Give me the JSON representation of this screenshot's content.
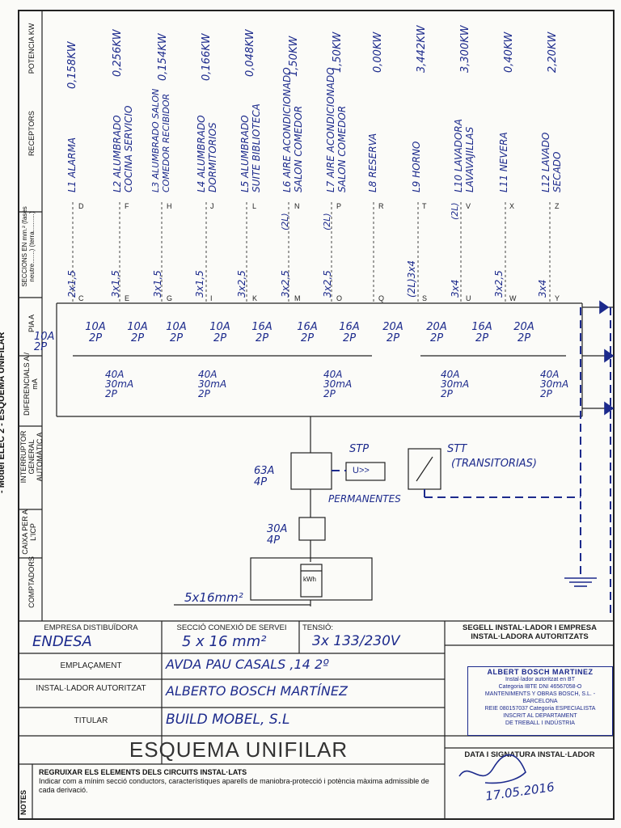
{
  "side_title": "- Model ELEC 2 - ESQUEMA UNIFILAR",
  "row_headers": {
    "potencia": "POTENCIA KW",
    "receptors": "RECEPTORS",
    "seccions": "SECCIONS EN mm.² (fases neutre.......) (terra..........)",
    "pia": "PIA A",
    "diferencials": "DIFERENCIALS A / mA",
    "interruptor": "INTERRUPTOR GENERAL AUTOMÀTIC A",
    "caixa": "CAIXA PER A L'ICP",
    "comptadors": "COMPTADORS"
  },
  "circuits": [
    {
      "letter_top": "D",
      "letter_bottom": "C",
      "power": "0,158KW",
      "receptor": "L1 ALARMA",
      "section": "2x1,5",
      "pia": "10A 2P"
    },
    {
      "letter_top": "F",
      "letter_bottom": "E",
      "power": "0,256KW",
      "receptor": "L2 ALUMBRADO COCINA SERVICIO",
      "section": "3x1,5",
      "pia": "10A 2P"
    },
    {
      "letter_top": "H",
      "letter_bottom": "G",
      "power": "0,154KW",
      "receptor": "L3 ALUMBRADO SALON COMEDOR RECIBIDOR",
      "section": "3x1,5",
      "pia": "10A 2P"
    },
    {
      "letter_top": "J",
      "letter_bottom": "I",
      "power": "0,166KW",
      "receptor": "L4 ALUMBRADO DORMITORIOS",
      "section": "3x1,5",
      "pia": "10A 2P"
    },
    {
      "letter_top": "L",
      "letter_bottom": "K",
      "power": "0,048KW",
      "receptor": "L5 ALUMBRADO SUITE BIBLIOTECA",
      "section": "3x2,5",
      "pia": "16A 2P"
    },
    {
      "letter_top": "N",
      "letter_bottom": "M",
      "power": "1,50KW",
      "receptor": "L6 AIRE ACONDICIONADO SALON COMEDOR",
      "section": "3x2,5",
      "pia": "16A 2P",
      "note": "(2L)"
    },
    {
      "letter_top": "P",
      "letter_bottom": "O",
      "power": "1,50KW",
      "receptor": "L7 AIRE ACONDICIONADO SALON COMEDOR",
      "section": "3x2,5",
      "pia": "16A 2P",
      "note": "(2L)"
    },
    {
      "letter_top": "R",
      "letter_bottom": "Q",
      "power": "0,00KW",
      "receptor": "L8 RESERVA",
      "section": "",
      "pia": "20A 2P"
    },
    {
      "letter_top": "T",
      "letter_bottom": "S",
      "power": "3,442KW",
      "receptor": "L9 HORNO",
      "section": "(2L)3x4",
      "pia": "20A 2P"
    },
    {
      "letter_top": "V",
      "letter_bottom": "U",
      "power": "3,300KW",
      "receptor": "L10 LAVADORA LAVAVAJILLAS",
      "section": "3x4",
      "pia": "16A 2P",
      "note": "(2L)"
    },
    {
      "letter_top": "X",
      "letter_bottom": "W",
      "power": "0,40KW",
      "receptor": "L11 NEVERA",
      "section": "3x2,5",
      "pia": "20A 2P"
    },
    {
      "letter_top": "Z",
      "letter_bottom": "Y",
      "power": "2,20KW",
      "receptor": "L12 LAVADO SECADO",
      "section": "3x4",
      "pia": "",
      "note": ""
    }
  ],
  "main_pia": "10A 2P",
  "differentials": [
    {
      "rating": "40A",
      "sensitivity": "30mA",
      "poles": "2P"
    },
    {
      "rating": "40A",
      "sensitivity": "30mA",
      "poles": "2P"
    },
    {
      "rating": "40A",
      "sensitivity": "30mA",
      "poles": "2P"
    },
    {
      "rating": "40A",
      "sensitivity": "30mA",
      "poles": "2P"
    },
    {
      "rating": "40A",
      "sensitivity": "30mA",
      "poles": "2P"
    }
  ],
  "main_breaker": {
    "rating": "63A",
    "poles": "4P"
  },
  "stp_label": "STP",
  "stp_box": "U>>",
  "stt_label": "STT",
  "stt_note": "(TRANSITORIAS)",
  "permanentes": "PERMANENTES",
  "icp": {
    "rating": "30A",
    "poles": "4P"
  },
  "meter_label": "kWh",
  "supply_section": "5x16mm²",
  "form": {
    "empresa_label": "EMPRESA DISTIBUÏDORA",
    "empresa_value": "ENDESA",
    "seccio_label": "SECCIÓ CONEXIÓ DE SERVEI",
    "seccio_value": "5 x 16 mm²",
    "tensio_label": "TENSIÓ:",
    "tensio_value": "3x 133/230V",
    "segell_label": "SEGELL INSTAL·LADOR I EMPRESA INSTAL·LADORA AUTORITZATS",
    "emplacament_label": "EMPLAÇAMENT",
    "emplacament_value": "AVDA PAU CASALS ,14   2º",
    "installador_label": "INSTAL·LADOR AUTORITZAT",
    "installador_value": "ALBERTO BOSCH MARTÍNEZ",
    "titular_label": "TITULAR",
    "titular_value": "BUILD MOBEL, S.L",
    "title": "ESQUEMA UNIFILAR",
    "data_label": "DATA I SIGNATURA INSTAL·LADOR",
    "data_value": "17.05.2016",
    "notes_label": "NOTES",
    "notes_line1": "REGRUIXAR ELS ELEMENTS DELS CIRCUITS INSTAL·LATS",
    "notes_line2": "Indicar com a mínim secció conductors, característiques aparells de maniobra-protecció i potència màxima admissible de cada derivació."
  },
  "stamp": {
    "name": "ALBERT BOSCH MARTINEZ",
    "line1": "Instal·lador autoritzat en BT",
    "line2": "Categoria IBTE    DNI 46567058-O",
    "line3": "MANTENIMENTS Y OBRAS BOSCH, S.L. - BARCELONA",
    "line4": "REIE 080157037 Categoria ESPECIALISTA",
    "line5": "INSCRIT AL DEPARTAMENT",
    "line6": "DE TREBALL I INDÚSTRIA"
  }
}
